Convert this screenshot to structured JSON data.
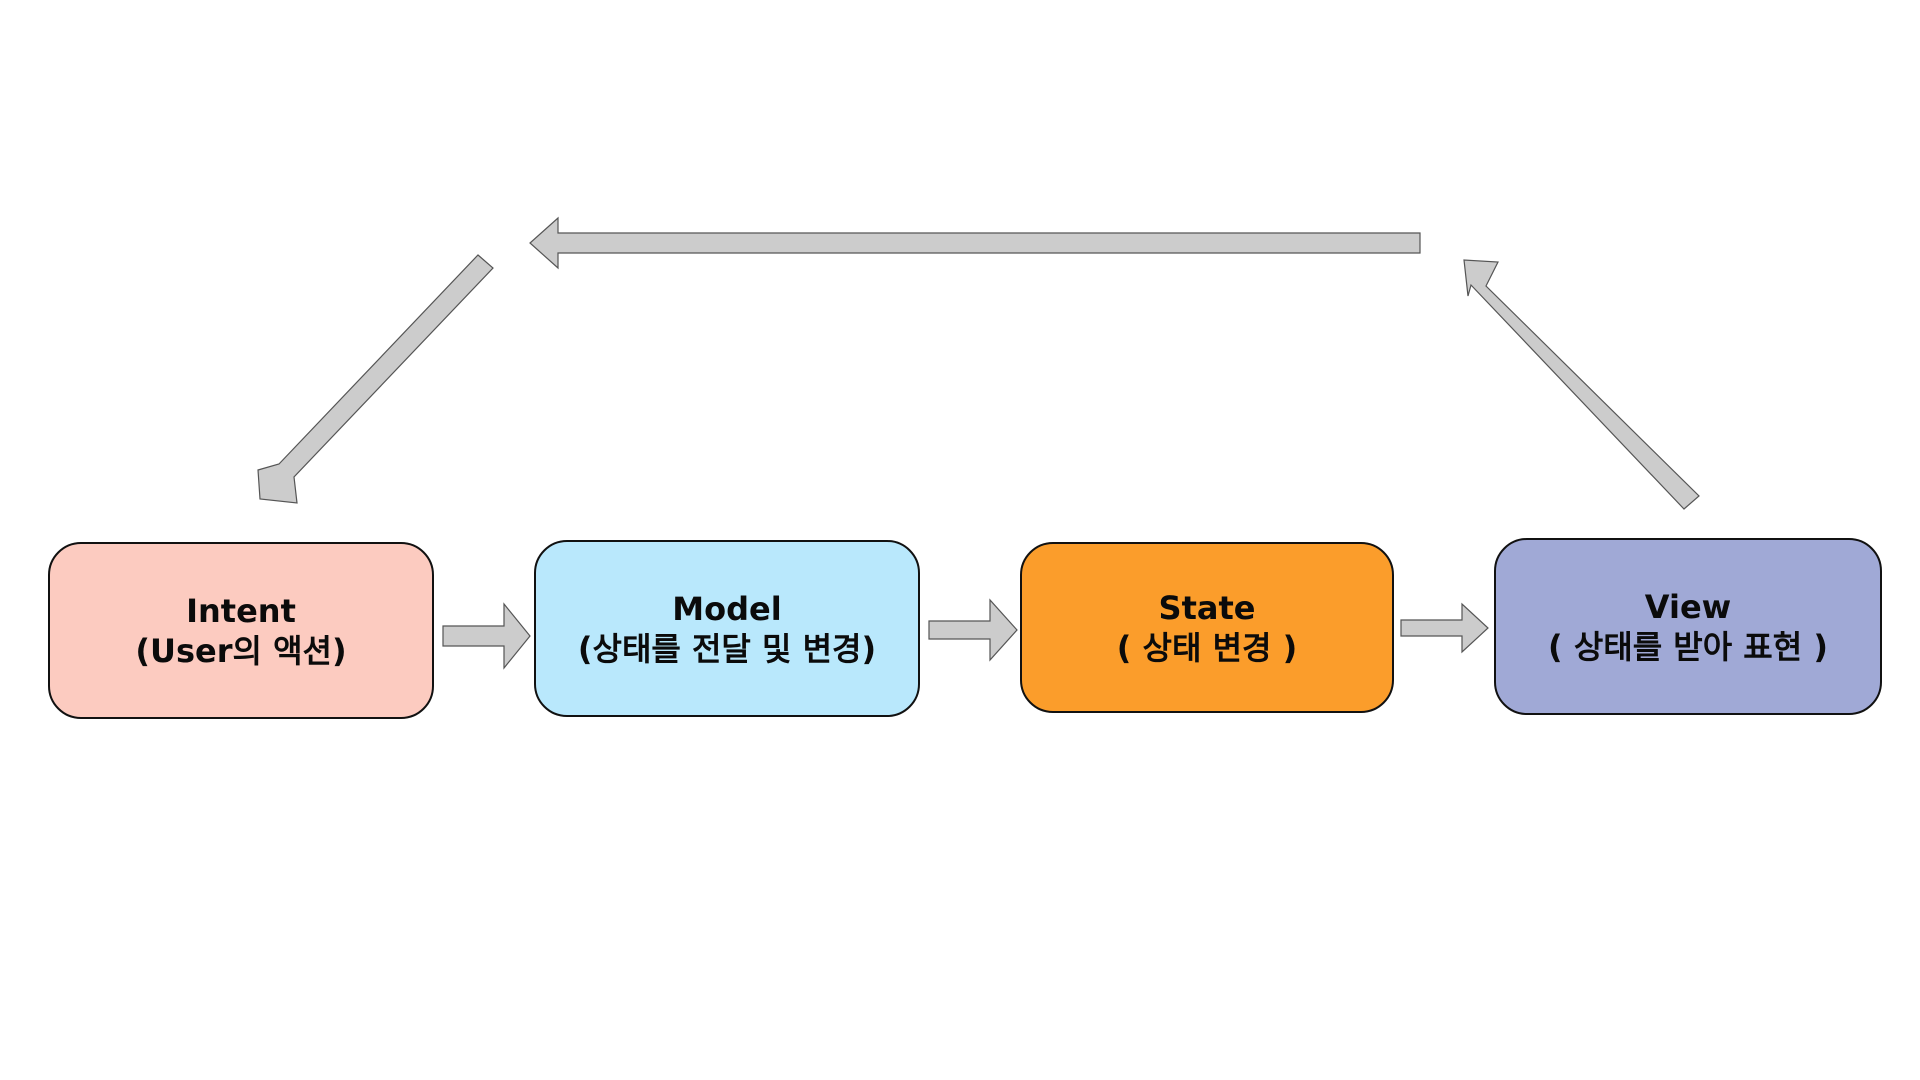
{
  "diagram": {
    "nodes": [
      {
        "id": "intent",
        "title": "Intent",
        "subtitle": "(User의 액션)",
        "color": "#fccbc0"
      },
      {
        "id": "model",
        "title": "Model",
        "subtitle": "(상태를 전달 및 변경)",
        "color": "#b9e8fc"
      },
      {
        "id": "state",
        "title": "State",
        "subtitle": "( 상태 변경 )",
        "color": "#fb9d2b"
      },
      {
        "id": "view",
        "title": "View",
        "subtitle": "( 상태를 받아 표현 )",
        "color": "#a0a9d6"
      }
    ],
    "arrow_color": "#cccccc",
    "arrow_stroke": "#555555",
    "edges": [
      {
        "from": "intent",
        "to": "model"
      },
      {
        "from": "model",
        "to": "state"
      },
      {
        "from": "state",
        "to": "view"
      },
      {
        "from": "view",
        "to": "intent",
        "route": "top-loop"
      }
    ]
  }
}
